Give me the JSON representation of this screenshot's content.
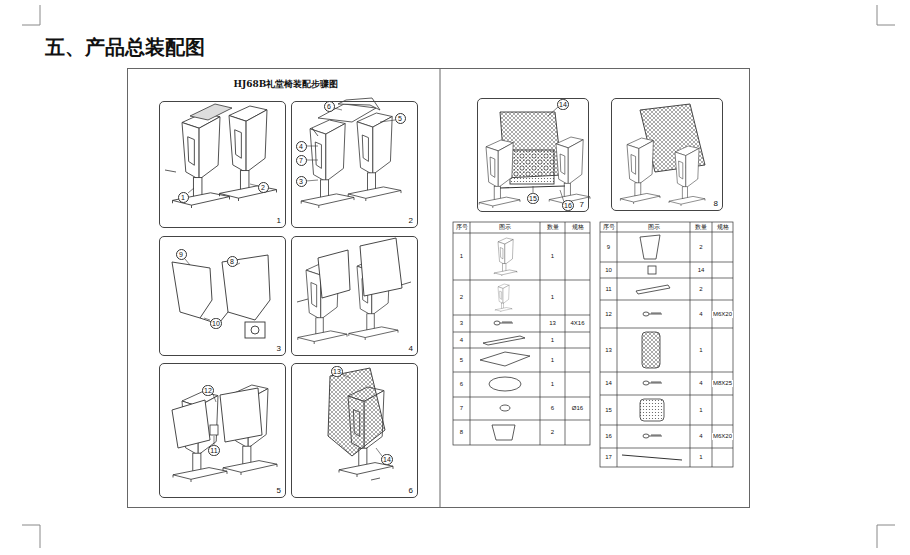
{
  "diagram": {
    "title": "五、产品总装配图",
    "nodes": [
      {
        "text": [
          "HJ68B礼堂椅装配步骤图"
        ]
      },
      {
        "text": [
          "1"
        ],
        "in": 0
      },
      {
        "text": [
          "2"
        ],
        "in": 0
      },
      {
        "text": [
          "3"
        ],
        "in": 0
      },
      {
        "text": [
          "4"
        ],
        "in": 0
      },
      {
        "text": [
          "5"
        ],
        "in": 0
      },
      {
        "text": [
          "6"
        ],
        "in": 0
      },
      {
        "text": [
          "7"
        ],
        "in": 0
      },
      {
        "text": [
          "8"
        ],
        "in": 0
      }
    ],
    "labels": [
      "1",
      "2",
      "6",
      "5",
      "4",
      "7",
      "3",
      "9",
      "8",
      "10",
      "12",
      "11",
      "13",
      "14",
      "14",
      "15",
      "16",
      "序号",
      "图示",
      "数量",
      "规格",
      "1",
      "1",
      "2",
      "1",
      "3",
      "13",
      "4X16",
      "4",
      "1",
      "5",
      "1",
      "6",
      "1",
      "7",
      "6",
      "Ø16",
      "8",
      "2",
      "序号",
      "图示",
      "数量",
      "规格",
      "9",
      "2",
      "10",
      "14",
      "11",
      "2",
      "12",
      "4",
      "M6X20",
      "13",
      "1",
      "14",
      "4",
      "M8X25",
      "15",
      "1",
      "16",
      "4",
      "M6X20",
      "17",
      "1"
    ]
  }
}
